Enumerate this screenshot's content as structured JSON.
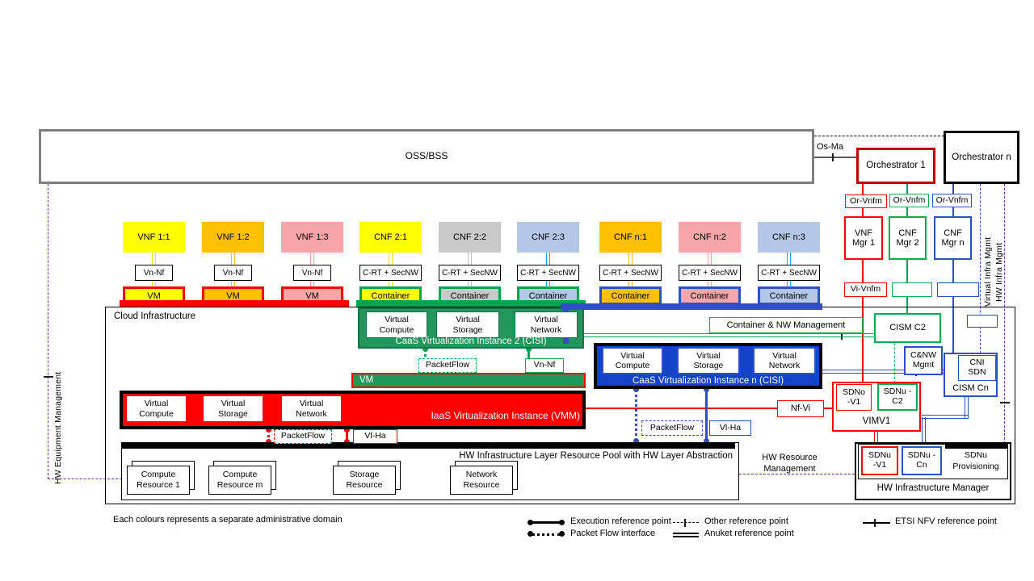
{
  "oss": {
    "label": "OSS/BSS"
  },
  "orch": {
    "os_ma": "Os-Ma",
    "orch1": "Orchestrator 1",
    "orchn": "Orchestrator n"
  },
  "mgmt": {
    "or_vnfm_1": "Or-Vnfm",
    "or_vnfm_2": "Or-Vnfm",
    "or_vnfm_3": "Or-Vnfm",
    "vnf_mgr_1": "VNF Mgr 1",
    "cnf_mgr_2": "CNF Mgr 2",
    "cnf_mgr_n": "CNF Mgr n",
    "vi_vnfm": "Vi-Vnfm"
  },
  "side_labels": {
    "hw_equipment": "HW Equipment Management",
    "virtual_infra": "Virtual Infra Mgmt",
    "hw_infra": "HW Infra Mgmt",
    "hw_resource": "HW Resource Management"
  },
  "nf": {
    "items": [
      {
        "label": "VNF 1:1",
        "ref": "Vn-Nf",
        "runtime": "VM"
      },
      {
        "label": "VNF 1:2",
        "ref": "Vn-Nf",
        "runtime": "VM"
      },
      {
        "label": "VNF 1:3",
        "ref": "Vn-Nf",
        "runtime": "VM"
      },
      {
        "label": "CNF 2:1",
        "ref": "C-RT + SecNW",
        "runtime": "Container"
      },
      {
        "label": "CNF 2:2",
        "ref": "C-RT + SecNW",
        "runtime": "Container"
      },
      {
        "label": "CNF 2:3",
        "ref": "C-RT + SecNW",
        "runtime": "Container"
      },
      {
        "label": "CNF n:1",
        "ref": "C-RT + SecNW",
        "runtime": "Container"
      },
      {
        "label": "CNF n:2",
        "ref": "C-RT + SecNW",
        "runtime": "Container"
      },
      {
        "label": "CNF n:3",
        "ref": "C-RT + SecNW",
        "runtime": "Container"
      }
    ]
  },
  "cloud": {
    "label": "Cloud  Infrastructure"
  },
  "caas2": {
    "compute": "Virtual Compute",
    "storage": "Virtual Storage",
    "network": "Virtual Network",
    "title": "CaaS Virtualization Instance 2 (CISI)",
    "packetflow": "PacketFlow",
    "vn_nf": "Vn-Nf"
  },
  "vm_bar": {
    "label": "VM"
  },
  "iaas": {
    "compute": "Virtual Compute",
    "storage": "Virtual Storage",
    "network": "Virtual Network",
    "title": "IaaS Virtualization Instance (VMM)",
    "packetflow": "PacketFlow",
    "vl_ha": "Vl-Ha"
  },
  "caasn": {
    "compute": "Virtual Compute",
    "storage": "Virtual Storage",
    "network": "Virtual Network",
    "title": "CaaS Virtualization Instance n (CISI)",
    "packetflow": "PacketFlow",
    "vl_ha": "Vl-Ha"
  },
  "hw_pool": {
    "title": "HW Infrastructure Layer Resource Pool with HW Layer Abstraction",
    "res1": "Compute Resource 1",
    "res2": "Compute Resource m",
    "res3": "Storage Resource",
    "res4": "Network Resource"
  },
  "right": {
    "container_nw": "Container & NW  Management",
    "cism_c2": "CISM C2",
    "cnw_mgmt": "C&NW Mgmt",
    "cni_sdn": "CNI SDN",
    "cism_cn": "CISM Cn",
    "nf_vi": "Nf-Vi",
    "sdno_v1": "SDNo -V1",
    "sdnu_c2": "SDNu -C2",
    "vim": "VIMV1"
  },
  "hw_mgr": {
    "sdnu_v1": "SDNu -V1",
    "sdnu_cn": "SDNu -Cn",
    "sdnu_prov": "SDNu Provisioning",
    "title": "HW Infrastructure Manager"
  },
  "footnote": "Each colours represents a separate administrative domain",
  "legend": {
    "execution": "Execution reference point",
    "packet_flow": "Packet Flow interface",
    "other": "Other reference point",
    "anuket": "Anuket reference point",
    "etsi": "ETSI NFV reference point"
  },
  "colors": {
    "red": "#FF0000",
    "dark_red": "#C00000",
    "green_fill": "#21975B",
    "green_line": "#00A550",
    "blue_line": "#2E4FC7",
    "blue_fill": "#1243C8",
    "yellow": "#FFFF00",
    "orange": "#FFC000",
    "pink": "#F6A6A9",
    "gray": "#C9C9C9",
    "light_blue": "#B4C7E7",
    "cyan": "#00B0F0",
    "purple": "#7030A0",
    "oss_border": "#7F7F7F"
  }
}
